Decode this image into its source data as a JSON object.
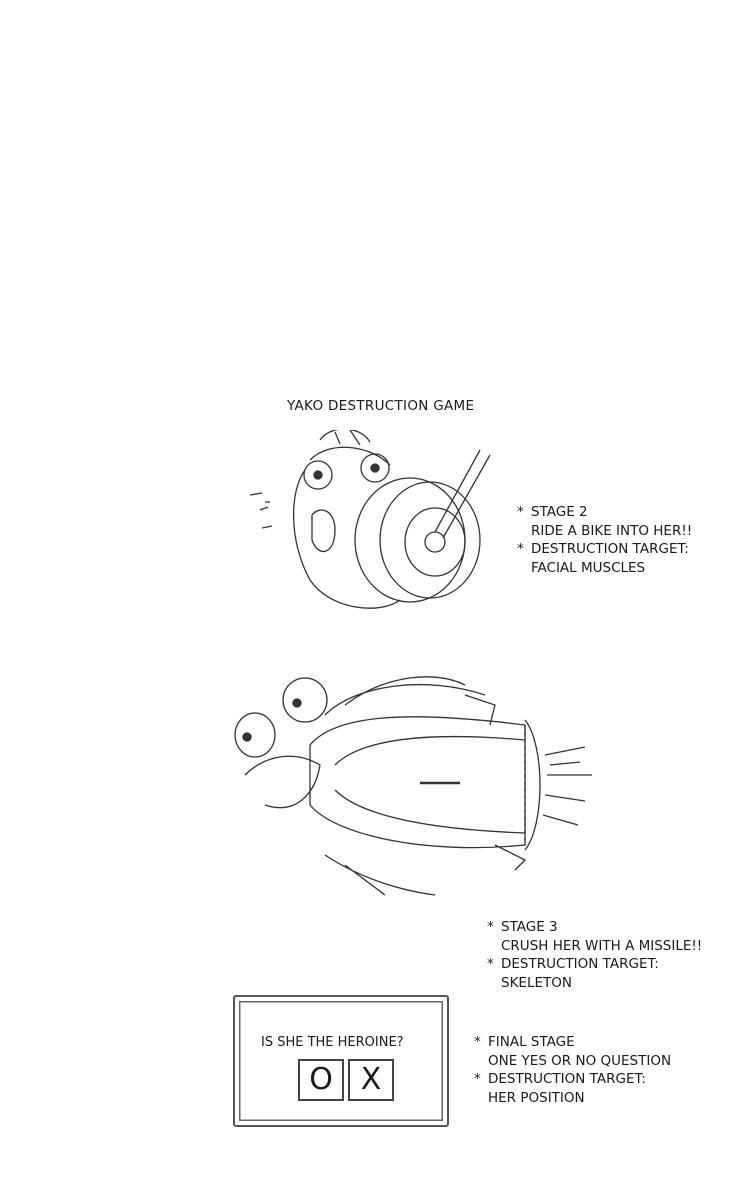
{
  "title": "YAKO DESTRUCTION GAME",
  "stages": [
    {
      "lines": [
        "STAGE 2",
        "RIDE A BIKE INTO HER!!",
        "DESTRUCTION TARGET:",
        "FACIAL MUSCLES"
      ]
    },
    {
      "lines": [
        "STAGE 3",
        "CRUSH HER WITH A MISSILE!!",
        "DESTRUCTION TARGET:",
        "SKELETON"
      ]
    },
    {
      "lines": [
        "FINAL STAGE",
        "ONE YES OR NO QUESTION",
        "DESTRUCTION TARGET:",
        "HER POSITION"
      ]
    }
  ],
  "bullet": "*",
  "question": {
    "text": "IS SHE THE HEROINE?",
    "yes_symbol": "O",
    "no_symbol": "X"
  }
}
